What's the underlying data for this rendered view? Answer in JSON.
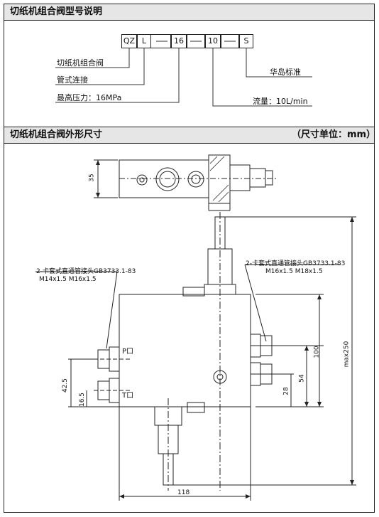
{
  "section1": {
    "title": "切纸机组合阀型号说明"
  },
  "code_boxes": [
    "QZ",
    "L",
    "16",
    "10",
    "S"
  ],
  "labels": {
    "name": "切纸机组合阀",
    "connection": "管式连接",
    "pressure": "最高压力：16MPa",
    "standard": "华岛标准",
    "flow": "流量：10L/min"
  },
  "section2": {
    "title": "切纸机组合阀外形尺寸",
    "unit": "（尺寸单位：mm）"
  },
  "callouts": {
    "left_title": "2-卡套式直通管接头GB3733.1-83",
    "left_spec": "M14x1.5 M16x1.5",
    "right_title": "2-卡套式直通管接头GB3733.1-83",
    "right_spec": "M16x1.5 M18x1.5"
  },
  "ports": {
    "p": "P口",
    "t": "T口"
  },
  "dimensions": {
    "d35": "35",
    "d100": "100",
    "d54": "54",
    "d28": "28",
    "d42_5": "42.5",
    "d16_5": "16.5",
    "d118": "118",
    "dmax": "max250"
  }
}
